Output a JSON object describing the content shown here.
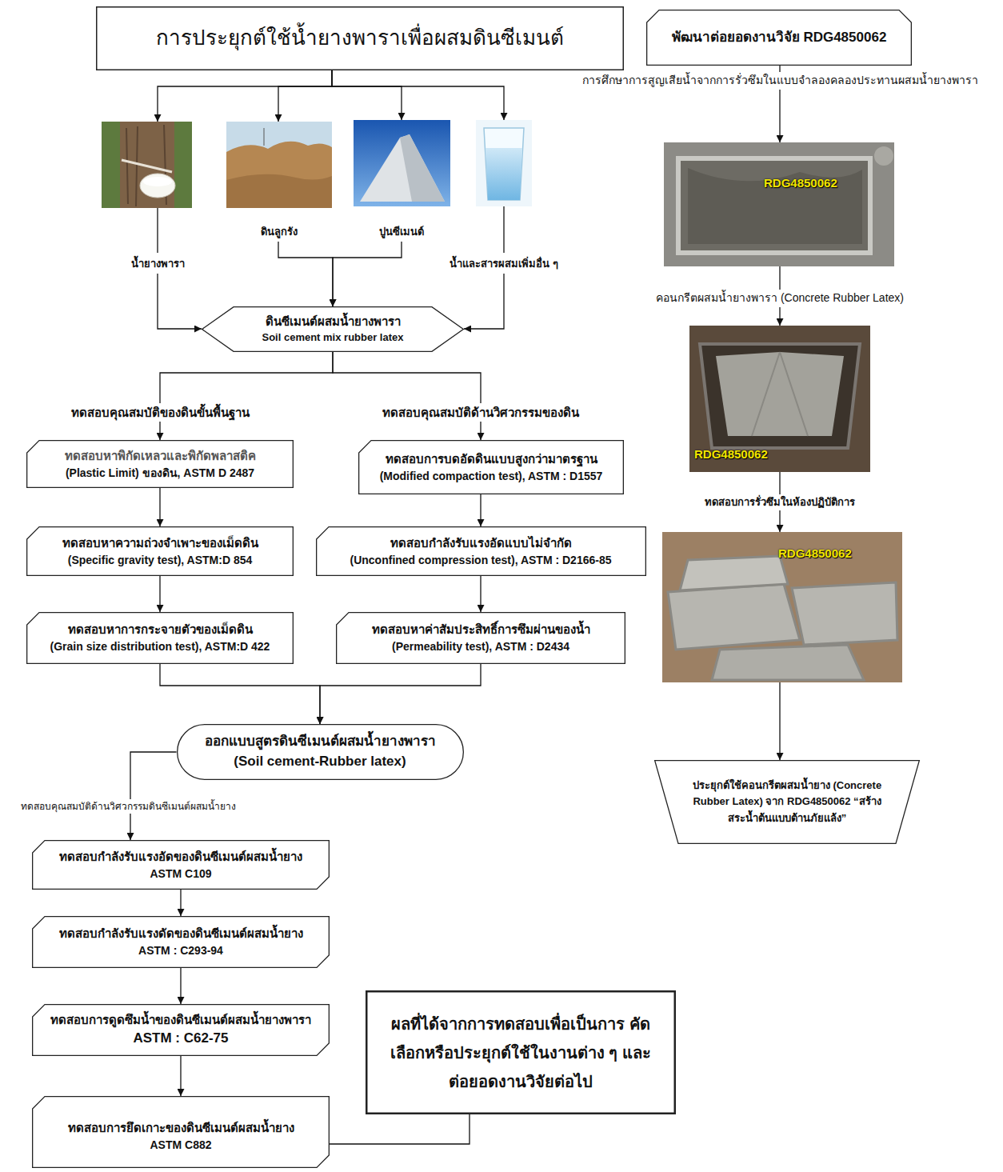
{
  "diagram": {
    "nodes": [
      {
        "text": [
          "การประยุกต์ใช้น้ำยางพาราเพื่อผสมดินซีเมนต์"
        ]
      },
      {
        "text": [
          "พัฒนาต่อยอดงานวิจัย RDG4850062"
        ]
      },
      {
        "text": [
          "น้ำยางพารา"
        ]
      },
      {
        "text": [
          "ดินลูกรัง"
        ]
      },
      {
        "text": [
          "ปูนซีเมนต์"
        ]
      },
      {
        "text": [
          "น้ำและสารผสมเพิ่มอื่น ๆ"
        ]
      },
      {
        "text": [
          "ดินซีเมนต์ผสมน้ำยางพารา",
          "Soil cement mix rubber latex"
        ]
      },
      {
        "text": [
          "ทดสอบหาพิกัดเหลวและพิกัดพลาสติค",
          "(Plastic Limit) ของดิน, ASTM D 2487"
        ]
      },
      {
        "text": [
          "ทดสอบหาความถ่วงจำเพาะของเม็ดดิน",
          "(Specific gravity test), ASTM:D 854"
        ]
      },
      {
        "text": [
          "ทดสอบหาการกระจายตัวของเม็ดดิน",
          "(Grain size distribution test), ASTM:D 422"
        ]
      },
      {
        "text": [
          "ทดสอบการบดอัดดินแบบสูงกว่ามาตรฐาน",
          "(Modified compaction test), ASTM : D1557"
        ]
      },
      {
        "text": [
          "ทดสอบกำลังรับแรงอัดแบบไม่จำกัด",
          "(Unconfined compression test), ASTM : D2166-85"
        ]
      },
      {
        "text": [
          "ทดสอบหาค่าสัมประสิทธิ์การซึมผ่านของน้ำ",
          "(Permeability test), ASTM : D2434"
        ]
      },
      {
        "text": [
          "ออกแบบสูตรดินซีเมนต์ผสมน้ำยางพารา",
          "(Soil cement-Rubber latex)"
        ]
      },
      {
        "text": [
          "ทดสอบกำลังรับแรงอัดของดินซีเมนต์ผสมน้ำยาง",
          "ASTM C109"
        ]
      },
      {
        "text": [
          "ทดสอบกำลังรับแรงดัดของดินซีเมนต์ผสมน้ำยาง",
          "ASTM : C293-94"
        ]
      },
      {
        "text": [
          "ทดสอบการดูดซึมน้ำของดินซีเมนต์ผสมน้ำยางพารา",
          "ASTM : C62-75"
        ]
      },
      {
        "text": [
          "ทดสอบการยึดเกาะของดินซีเมนต์ผสมน้ำยาง",
          "ASTM C882"
        ]
      },
      {
        "text": [
          "ผลที่ได้จากการทดสอบเพื่อเป็นการ คัดเลือกหรือประยุกต์ใช้ในงานต่าง ๆ และต่อยอดงานวิจัยต่อไป"
        ]
      },
      {
        "text": [
          "RDG4850062"
        ]
      },
      {
        "text": [
          "RDG4850062"
        ]
      },
      {
        "text": [
          "RDG4850062"
        ]
      },
      {
        "text": [
          "ประยุกต์ใช้คอนกรีตผสมน้ำยาง (Concrete Rubber Latex) จาก RDG4850062 “สร้างสระน้ำต้นแบบต้านภัยแล้ง”"
        ]
      }
    ],
    "edges": [
      {
        "from": 0,
        "to": 2,
        "arrow": "to"
      },
      {
        "from": 0,
        "to": 3,
        "arrow": "to"
      },
      {
        "from": 0,
        "to": 4,
        "arrow": "to"
      },
      {
        "from": 0,
        "to": 5,
        "arrow": "to"
      },
      {
        "from": 2,
        "to": 6,
        "arrow": "to"
      },
      {
        "from": 3,
        "to": 6,
        "arrow": "to"
      },
      {
        "from": 4,
        "to": 6,
        "arrow": "to"
      },
      {
        "from": 5,
        "to": 6,
        "arrow": "to"
      },
      {
        "from": 6,
        "to": 7,
        "label": "ทดสอบคุณสมบัติของดินขั้นพื้นฐาน",
        "arrow": "to"
      },
      {
        "from": 6,
        "to": 10,
        "label": "ทดสอบคุณสมบัติด้านวิศวกรรมของดิน",
        "arrow": "to"
      },
      {
        "from": 7,
        "to": 8,
        "arrow": "to"
      },
      {
        "from": 8,
        "to": 9,
        "arrow": "to"
      },
      {
        "from": 10,
        "to": 11,
        "arrow": "to"
      },
      {
        "from": 11,
        "to": 12,
        "arrow": "to"
      },
      {
        "from": 9,
        "to": 13,
        "arrow": "to"
      },
      {
        "from": 12,
        "to": 13,
        "arrow": "to"
      },
      {
        "from": 13,
        "to": 14,
        "label": "ทดสอบคุณสมบัติด้านวิศวกรรมดินซีเมนต์ผสมน้ำยาง",
        "arrow": "to"
      },
      {
        "from": 14,
        "to": 15,
        "arrow": "to"
      },
      {
        "from": 15,
        "to": 16,
        "arrow": "to"
      },
      {
        "from": 16,
        "to": 17,
        "arrow": "to"
      },
      {
        "from": 17,
        "to": 18,
        "arrow": "none"
      },
      {
        "from": 1,
        "to": 19,
        "label": "การศึกษาการสูญเสียน้ำจากการรั่วซึมในแบบจำลองคลองประทานผสมน้ำยางพารา",
        "arrow": "to"
      },
      {
        "from": 19,
        "to": 20,
        "label": "คอนกรีตผสมน้ำยางพารา (Concrete Rubber Latex)",
        "arrow": "to"
      },
      {
        "from": 20,
        "to": 21,
        "label": "ทดสอบการรั่วซึมในห้องปฏิบัติการ",
        "arrow": "to"
      },
      {
        "from": 21,
        "to": 22,
        "arrow": "to"
      }
    ]
  }
}
